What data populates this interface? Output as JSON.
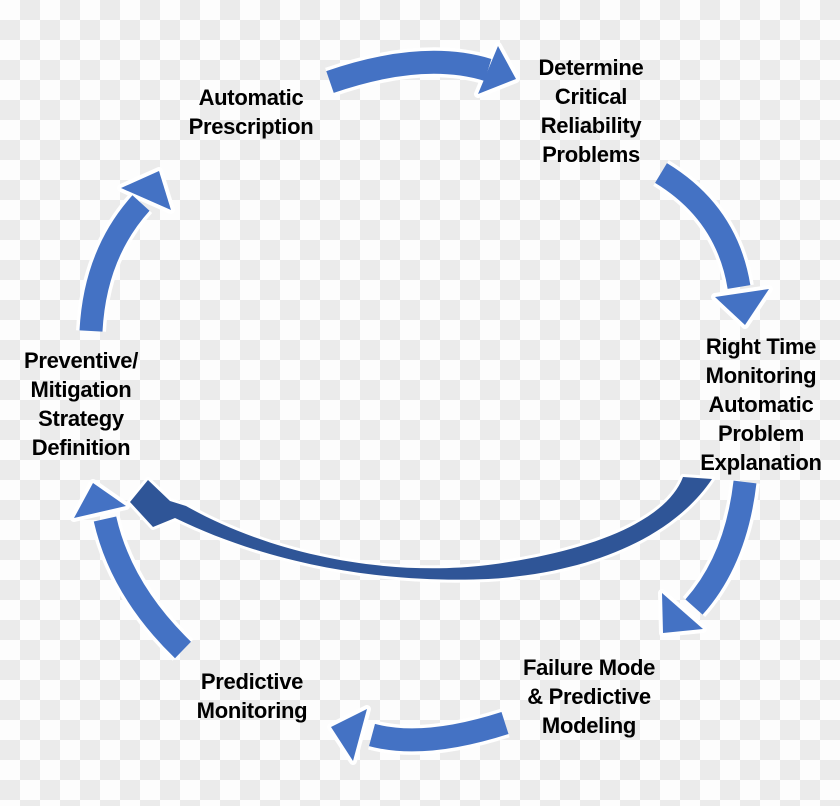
{
  "diagram": {
    "type": "cycle",
    "nodes": [
      {
        "id": "automatic-prescription",
        "label": "Automatic\nPrescription"
      },
      {
        "id": "determine-critical-reliability-problems",
        "label": "Determine\nCritical\nReliability\nProblems"
      },
      {
        "id": "right-time-monitoring",
        "label": "Right Time\nMonitoring\nAutomatic\nProblem\nExplanation"
      },
      {
        "id": "failure-mode-predictive-modeling",
        "label": "Failure Mode\n& Predictive\nModeling"
      },
      {
        "id": "predictive-monitoring",
        "label": "Predictive\nMonitoring"
      },
      {
        "id": "preventive-mitigation-strategy-definition",
        "label": "Preventive/\nMitigation\nStrategy\nDefinition"
      }
    ],
    "edges": [
      {
        "from": "automatic-prescription",
        "to": "determine-critical-reliability-problems",
        "type": "cycle"
      },
      {
        "from": "determine-critical-reliability-problems",
        "to": "right-time-monitoring",
        "type": "cycle"
      },
      {
        "from": "right-time-monitoring",
        "to": "failure-mode-predictive-modeling",
        "type": "cycle"
      },
      {
        "from": "failure-mode-predictive-modeling",
        "to": "predictive-monitoring",
        "type": "cycle"
      },
      {
        "from": "predictive-monitoring",
        "to": "preventive-mitigation-strategy-definition",
        "type": "cycle"
      },
      {
        "from": "preventive-mitigation-strategy-definition",
        "to": "automatic-prescription",
        "type": "cycle"
      },
      {
        "from": "right-time-monitoring",
        "to": "preventive-mitigation-strategy-definition",
        "type": "shortcut"
      }
    ],
    "colors": {
      "arrow": "#4472C4",
      "shortcut_arrow": "#2F5597",
      "text": "#000000"
    }
  }
}
